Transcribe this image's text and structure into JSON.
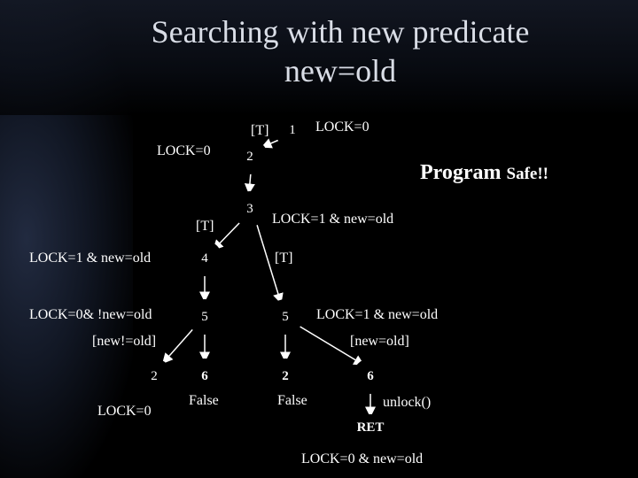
{
  "title_line1": "Searching with new predicate",
  "title_line2": "new=old",
  "nodes": {
    "n1": "1",
    "n2": "2",
    "n3": "3",
    "n4": "4",
    "n5a": "5",
    "n5b": "5",
    "l2": "2",
    "l6": "6",
    "r2": "2",
    "r6": "6",
    "ret": "RET"
  },
  "labels": {
    "top_T": "[T]",
    "top_lock0": "LOCK=0",
    "left_lock0": "LOCK=0",
    "program_safe_bold": "Program",
    "program_safe_rest": "Safe!!",
    "mid_T": "[T]",
    "lock1_new_old_a": "LOCK=1 & new=old",
    "left_lock1_new_old": "LOCK=1 & new=old",
    "right_T": "[T]",
    "left_lock0_not": "LOCK=0& !new=old",
    "lock1_new_old_b": "LOCK=1 & new=old",
    "new_ne_old": "[new!=old]",
    "new_eq_old": "[new=old]",
    "bottom_lock0": "LOCK=0",
    "false_left": "False",
    "false_right": "False",
    "unlock": "unlock()",
    "final": "LOCK=0 & new=old"
  }
}
